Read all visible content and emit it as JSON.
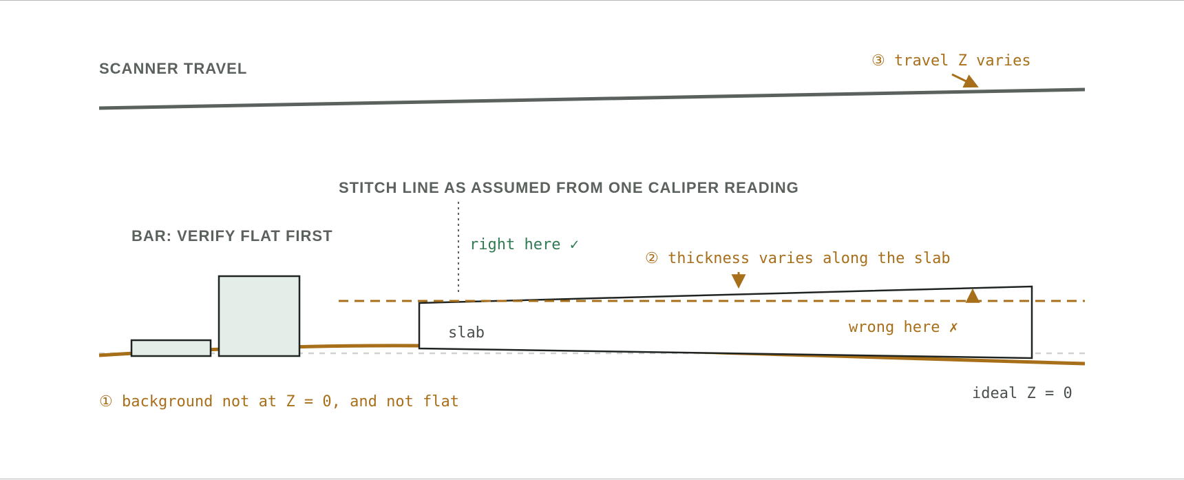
{
  "labels": {
    "scanner_travel": "SCANNER TRAVEL",
    "travel_z_varies": "③ travel Z varies",
    "stitch_line": "STITCH LINE AS ASSUMED FROM ONE CALIPER READING",
    "bar_verify": "BAR: VERIFY FLAT FIRST",
    "right_here": "right here ✓",
    "thickness_varies": "② thickness varies along the slab",
    "slab": "slab",
    "wrong_here": "wrong here ✗",
    "ideal_z": "ideal Z = 0",
    "background_note": "① background not at Z = 0, and not flat"
  },
  "colors": {
    "amber": "#a86f1a",
    "dark_grey": "#5b625d",
    "outline": "#1f2421",
    "bar_fill": "#e4ede7",
    "green": "#2f7a52",
    "ideal_line": "#cfd3d1"
  }
}
